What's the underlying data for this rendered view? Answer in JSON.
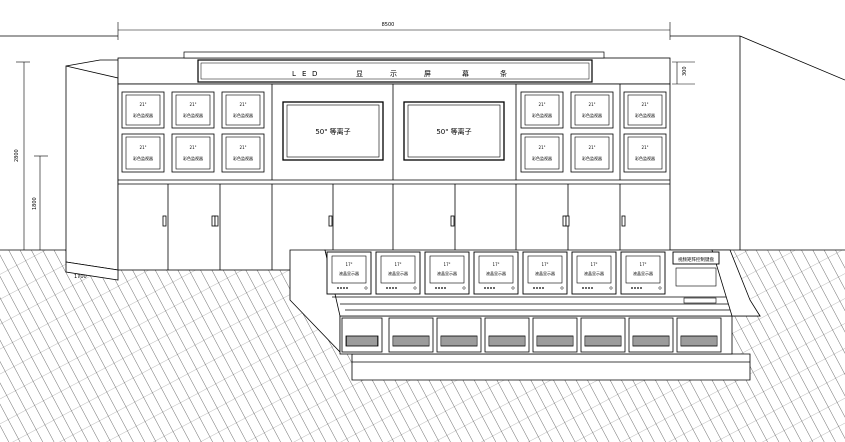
{
  "drawing": {
    "dim_top": "8500",
    "dim_right": "300",
    "dim_left_tall": "2800",
    "dim_left_short": "1800",
    "dim_floor": "1700"
  },
  "led_sign": {
    "letters": [
      "L",
      "E",
      "D"
    ],
    "chars": [
      "显",
      "示",
      "屏",
      "幕",
      "条"
    ]
  },
  "wall_monitors": {
    "left": [
      {
        "size": "21\"",
        "label": "彩色监视器"
      },
      {
        "size": "21\"",
        "label": "彩色监视器"
      },
      {
        "size": "21\"",
        "label": "彩色监视器"
      },
      {
        "size": "21\"",
        "label": "彩色监视器"
      },
      {
        "size": "21\"",
        "label": "彩色监视器"
      },
      {
        "size": "21\"",
        "label": "彩色监视器"
      }
    ],
    "right": [
      {
        "size": "21\"",
        "label": "彩色监视器"
      },
      {
        "size": "21\"",
        "label": "彩色监视器"
      },
      {
        "size": "21\"",
        "label": "彩色监视器"
      },
      {
        "size": "21\"",
        "label": "彩色监视器"
      },
      {
        "size": "21\"",
        "label": "彩色监视器"
      },
      {
        "size": "21\"",
        "label": "彩色监视器"
      }
    ]
  },
  "big_screens": [
    {
      "label": "50\" 等离子"
    },
    {
      "label": "50\" 等离子"
    }
  ],
  "console_monitors": [
    {
      "size": "17\"",
      "label": "液晶显示器"
    },
    {
      "size": "17\"",
      "label": "液晶显示器"
    },
    {
      "size": "17\"",
      "label": "液晶显示器"
    },
    {
      "size": "17\"",
      "label": "液晶显示器"
    },
    {
      "size": "17\"",
      "label": "液晶显示器"
    },
    {
      "size": "17\"",
      "label": "液晶显示器"
    },
    {
      "size": "17\"",
      "label": "液晶显示器"
    }
  ],
  "console_panel": {
    "label": "视频矩阵控制键盘"
  }
}
